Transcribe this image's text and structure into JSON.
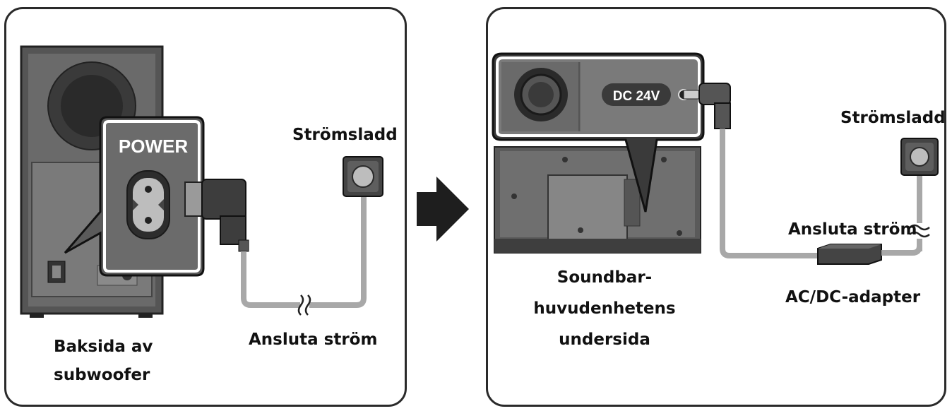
{
  "left_panel": {
    "power_label": "POWER",
    "power_cord_label": "Strömsladd",
    "connect_power_label": "Ansluta ström",
    "subwoofer_caption_line1": "Baksida av",
    "subwoofer_caption_line2": "subwoofer"
  },
  "arrow": {
    "icon": "right-arrow-icon"
  },
  "right_panel": {
    "dc_label": "DC 24V",
    "power_cord_label": "Strömsladd",
    "connect_power_label": "Ansluta ström",
    "adapter_label": "AC/DC-adapter",
    "soundbar_caption_line1": "Soundbar-",
    "soundbar_caption_line2": "huvudenhetens",
    "soundbar_caption_line3": "undersida"
  },
  "colors": {
    "dark": "#2b2b2b",
    "mid": "#8a8a8a",
    "light": "#bdbdbd",
    "cable": "#a8a8a8"
  }
}
